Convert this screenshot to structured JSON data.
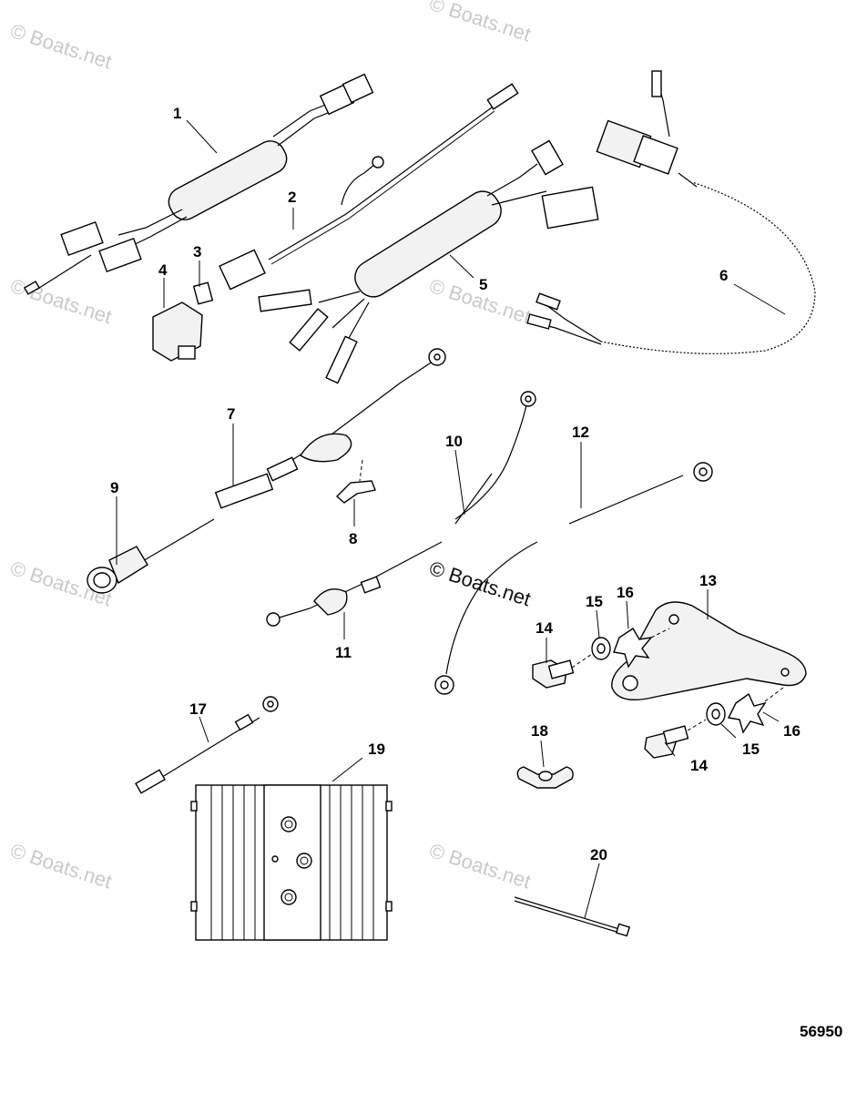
{
  "watermark": {
    "text": "© Boats.net",
    "center_text": "© Boats.net"
  },
  "figure_number": "56950",
  "callouts": {
    "c1": "1",
    "c2": "2",
    "c3": "3",
    "c4": "4",
    "c5": "5",
    "c6": "6",
    "c7": "7",
    "c8": "8",
    "c9": "9",
    "c10": "10",
    "c11": "11",
    "c12": "12",
    "c13": "13",
    "c14a": "14",
    "c14b": "14",
    "c15a": "15",
    "c15b": "15",
    "c16a": "16",
    "c16b": "16",
    "c17": "17",
    "c18": "18",
    "c19": "19",
    "c20": "20"
  },
  "colors": {
    "line": "#000000",
    "watermark": "#c9c9c9",
    "background": "#ffffff"
  }
}
